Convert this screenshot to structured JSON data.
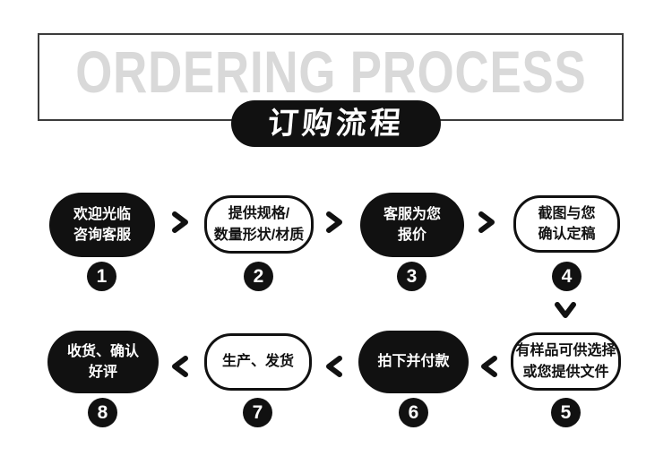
{
  "header": {
    "title_en": "ORDERING PROCESS",
    "title_zh": "订购流程"
  },
  "colors": {
    "ink": "#111111",
    "gray_title": "#d9d9d9",
    "box_border": "#3c3c3c"
  },
  "steps": [
    {
      "number": "1",
      "line1": "欢迎光临",
      "line2": "咨询客服",
      "style": "solid"
    },
    {
      "number": "2",
      "line1": "提供规格/",
      "line2": "数量形状/材质",
      "style": "outline"
    },
    {
      "number": "3",
      "line1": "客服为您",
      "line2": "报价",
      "style": "solid"
    },
    {
      "number": "4",
      "line1": "截图与您",
      "line2": "确认定稿",
      "style": "outline"
    },
    {
      "number": "5",
      "line1": "有样品可供选择",
      "line2": "或您提供文件",
      "style": "outline"
    },
    {
      "number": "6",
      "line1": "拍下并付款",
      "line2": "",
      "style": "solid"
    },
    {
      "number": "7",
      "line1": "生产、发货",
      "line2": "",
      "style": "outline"
    },
    {
      "number": "8",
      "line1": "收货、确认",
      "line2": "好评",
      "style": "solid"
    }
  ]
}
